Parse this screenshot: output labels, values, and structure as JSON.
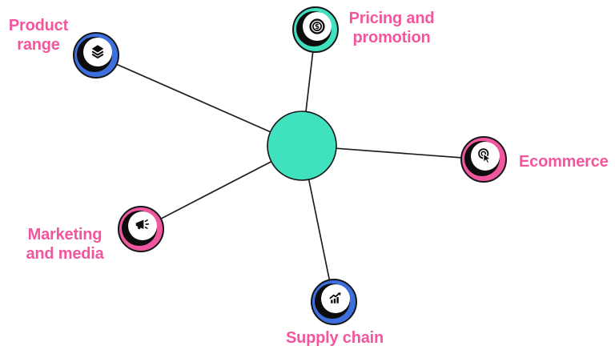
{
  "diagram": {
    "type": "mind-map",
    "hub": {
      "id": "hub",
      "label": "",
      "color": "#40E1BE"
    },
    "nodes": [
      {
        "id": "product-range",
        "label": "Product range",
        "icon": "layers-icon",
        "color": "#3D6FDD"
      },
      {
        "id": "pricing-promotion",
        "label": "Pricing and promotion",
        "icon": "coin-dollar-icon",
        "color": "#40E1BE"
      },
      {
        "id": "ecommerce",
        "label": "Ecommerce",
        "icon": "cursor-click-icon",
        "color": "#F0579F"
      },
      {
        "id": "supply-chain",
        "label": "Supply chain",
        "icon": "bar-chart-growth-icon",
        "color": "#3D6FDD"
      },
      {
        "id": "marketing-media",
        "label": "Marketing and media",
        "icon": "megaphone-icon",
        "color": "#F0579F"
      }
    ],
    "connections": [
      {
        "from": "hub",
        "to": "product-range"
      },
      {
        "from": "hub",
        "to": "pricing-promotion"
      },
      {
        "from": "hub",
        "to": "ecommerce"
      },
      {
        "from": "hub",
        "to": "supply-chain"
      },
      {
        "from": "hub",
        "to": "marketing-media"
      }
    ],
    "colors": {
      "blue": "#3D6FDD",
      "pink": "#F0579F",
      "teal": "#40E1BE",
      "label_pink": "#F4569D",
      "line": "#1f1f1f",
      "icon_ink": "#0d0d0d",
      "background": "#ffffff"
    }
  }
}
